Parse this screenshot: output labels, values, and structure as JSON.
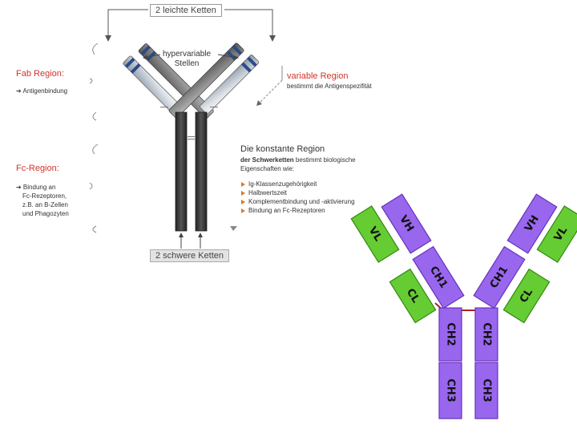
{
  "top_diagram": {
    "light_chains_label": "2 leichte Ketten",
    "hypervariable_label_line1": "hypervariable",
    "hypervariable_label_line2": "Stellen",
    "fab_title": "Fab Region:",
    "fab_note": "➔ Antigenbindung",
    "variable_title": "variable Region",
    "variable_note": "bestimmt die Antigenspezifität",
    "constant_title": "Die konstante Region",
    "constant_line1_bold": "der Schwerketten",
    "constant_line1_rest": " bestimmt biologische",
    "constant_line2": "Eigenschaften wie:",
    "constant_items": [
      "Ig-Klassenzugehörigkeit",
      "Halbwertszeit",
      "Komplementbindung und -aktivierung",
      "Bindung an Fc-Rezeptoren"
    ],
    "fc_title": "Fc-Region:",
    "fc_note_lines": [
      "➔ Bindung an",
      "Fc-Rezeptoren,",
      "z.B. an B-Zellen",
      "und Phagozyten"
    ],
    "heavy_chains_label": "2 schwere Ketten"
  },
  "bottom_diagram": {
    "domains": {
      "vh": "VH",
      "vl": "VL",
      "ch1": "CH1",
      "cl": "CL",
      "ch2": "CH2",
      "ch3": "CH3"
    },
    "colors": {
      "heavy": "#9966ee",
      "light": "#66cc33",
      "disulfide": "#aa2222"
    }
  }
}
